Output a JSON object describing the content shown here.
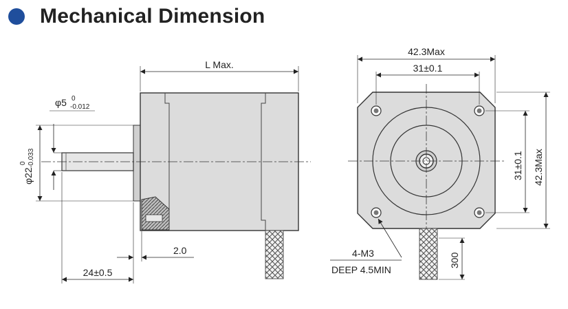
{
  "header": {
    "title": "Mechanical Dimension",
    "bullet_color": "#1f4e9c"
  },
  "side_view": {
    "length_label": "L Max.",
    "shaft_diameter_label": "φ5",
    "shaft_diameter_tol_upper": "0",
    "shaft_diameter_tol_lower": "-0.012",
    "pilot_diameter_label": "φ22",
    "pilot_diameter_tol_upper": "0",
    "pilot_diameter_tol_lower": "-0.033",
    "pilot_depth_label": "2.0",
    "shaft_length_label": "24±0.5"
  },
  "front_view": {
    "width_label": "42.3Max",
    "hole_spacing_h_label": "31±0.1",
    "hole_spacing_v_label": "31±0.1",
    "height_label": "42.3Max",
    "screw_label": "4-M3",
    "depth_label": "DEEP 4.5MIN",
    "lead_length_label": "300"
  },
  "colors": {
    "body_fill": "#dcdcdc",
    "shaft_fill": "#e6e6e6",
    "line": "#222222"
  }
}
